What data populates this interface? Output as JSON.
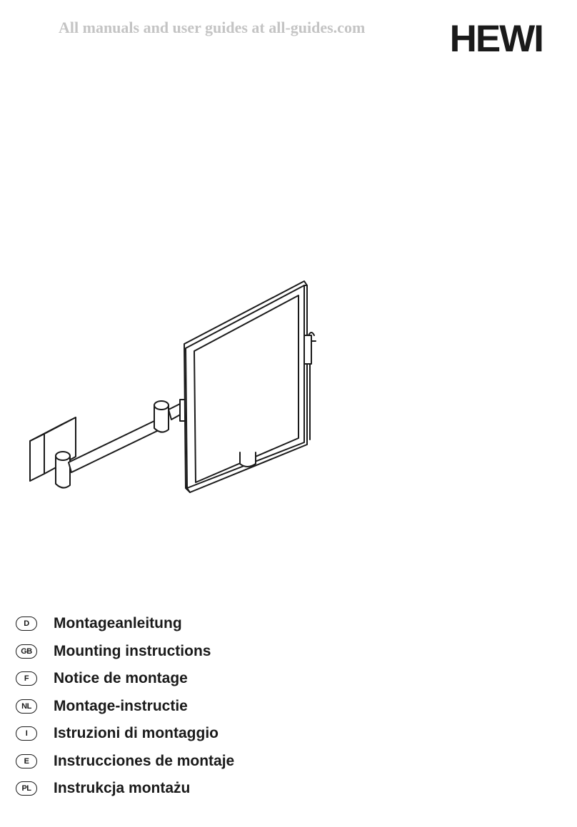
{
  "header": {
    "watermark": "All manuals and user guides at all-guides.com",
    "brand": "HEWI"
  },
  "languages": [
    {
      "code": "D",
      "label": "Montageanleitung"
    },
    {
      "code": "GB",
      "label": "Mounting instructions"
    },
    {
      "code": "F",
      "label": "Notice de montage"
    },
    {
      "code": "NL",
      "label": "Montage-instructie"
    },
    {
      "code": "I",
      "label": "Istruzioni di montaggio"
    },
    {
      "code": "E",
      "label": "Instrucciones de montaje"
    },
    {
      "code": "PL",
      "label": "Instrukcja montażu"
    }
  ]
}
